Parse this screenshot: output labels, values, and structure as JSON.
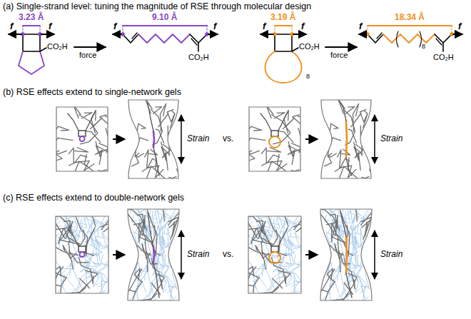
{
  "diagram": {
    "labels": [
      "(a) Single-strand level: tuning the magnitude of RSE through molecular design",
      "3.23 Å",
      "f",
      "f",
      "CO₂H",
      "force",
      "9.10 Å",
      "f",
      "f",
      "CO₂H",
      "3.19 Å",
      "f",
      "f",
      "CO₂H",
      "8",
      "force",
      "18.34 Å",
      "f",
      "f",
      "8",
      "CO₂H",
      "(b) RSE effects extend to single-network gels",
      "Strain",
      "vs.",
      "Strain",
      "(c) RSE effects extend to double-network gels",
      "Strain",
      "vs.",
      "Strain"
    ]
  }
}
